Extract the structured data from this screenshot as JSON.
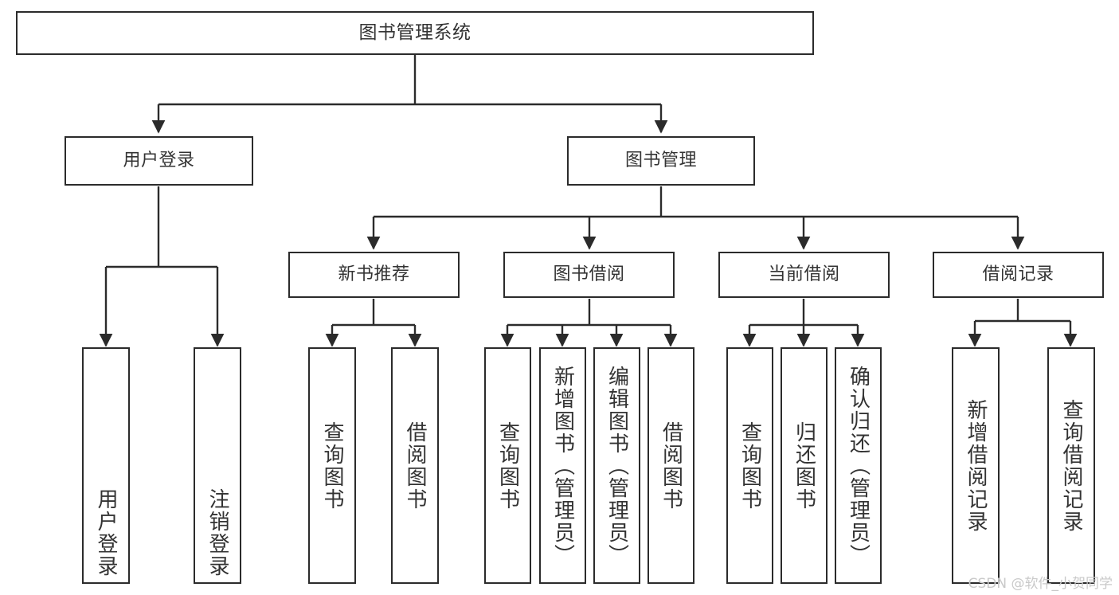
{
  "diagram": {
    "type": "tree-hierarchy",
    "title": "图书管理系统",
    "watermark": "CSDN @软件_小贺同学",
    "colors": {
      "background": "#ffffff",
      "node_border": "#2b2b2b",
      "node_fill": "#ffffff",
      "text": "#333333",
      "edge": "#2b2b2b",
      "watermark": "#c9c9c9"
    },
    "nodes": {
      "root": {
        "label": "图书管理系统"
      },
      "level1": [
        {
          "id": "user-login",
          "label": "用户登录"
        },
        {
          "id": "book-manage",
          "label": "图书管理"
        }
      ],
      "level2": [
        {
          "id": "new-book-recommend",
          "label": "新书推荐"
        },
        {
          "id": "book-borrow",
          "label": "图书借阅"
        },
        {
          "id": "current-borrow",
          "label": "当前借阅"
        },
        {
          "id": "borrow-record",
          "label": "借阅记录"
        }
      ],
      "leaves": {
        "user_login": [
          {
            "id": "leaf-user-login",
            "label": "用户登录"
          },
          {
            "id": "leaf-logout-login",
            "label": "注销登录"
          }
        ],
        "new_book_recommend": [
          {
            "id": "leaf-query-book-1",
            "label": "查询图书"
          },
          {
            "id": "leaf-borrow-book-1",
            "label": "借阅图书"
          }
        ],
        "book_borrow": [
          {
            "id": "leaf-query-book-2",
            "label": "查询图书"
          },
          {
            "id": "leaf-add-book",
            "label": "新增图书（管理员）"
          },
          {
            "id": "leaf-edit-book",
            "label": "编辑图书（管理员）"
          },
          {
            "id": "leaf-borrow-book-2",
            "label": "借阅图书"
          }
        ],
        "current_borrow": [
          {
            "id": "leaf-query-book-3",
            "label": "查询图书"
          },
          {
            "id": "leaf-return-book",
            "label": "归还图书"
          },
          {
            "id": "leaf-confirm-return",
            "label": "确认归还（管理员）"
          }
        ],
        "borrow_record": [
          {
            "id": "leaf-add-record",
            "label": "新增借阅记录"
          },
          {
            "id": "leaf-query-record",
            "label": "查询借阅记录"
          }
        ]
      }
    }
  }
}
